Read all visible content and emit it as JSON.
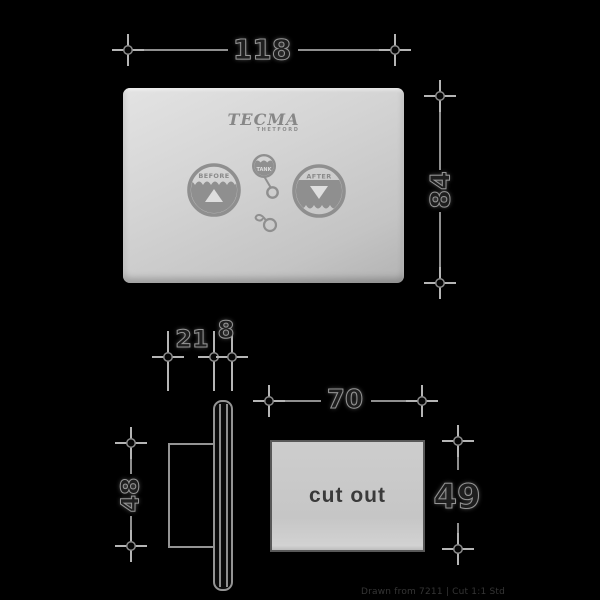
{
  "title": "Tecma Thetford flush control panel dimensional drawing",
  "colors": {
    "background": "#000000",
    "dimension_line": "#8f8f8f",
    "dimension_text_core": "#1e1e1e",
    "dimension_text_halo": "#949494",
    "panel_face": "#d4d4d4",
    "panel_graphics": "#8f8f8f",
    "cutout_fill": "#c9c9c9",
    "cutout_text": "#3a3a3a"
  },
  "front_view": {
    "width_label": "118",
    "height_label": "84",
    "logo": {
      "brand": "TECMA",
      "sub": "THETFORD"
    },
    "before_label": "BEFORE",
    "after_label": "AFTER",
    "tank_label": "TANK"
  },
  "side_view": {
    "depth_label": "21",
    "thickness_label": "8",
    "height_label": "48"
  },
  "cutout_view": {
    "width_label": "70",
    "height_label": "49",
    "text": "cut out"
  },
  "footer": {
    "watermark": "Drawn from 7211 | Cut 1:1 Std"
  }
}
